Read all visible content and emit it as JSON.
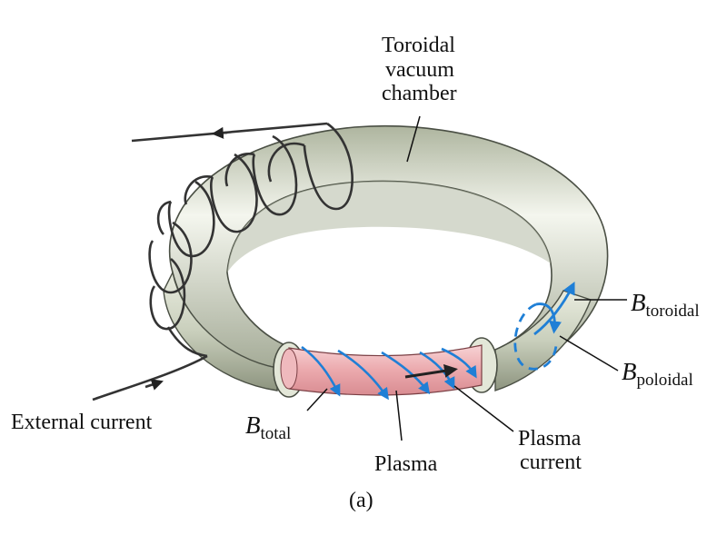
{
  "labels": {
    "chamber_line1": "Toroidal",
    "chamber_line2": "vacuum",
    "chamber_line3": "chamber",
    "b_toroidal_symbol": "B",
    "b_toroidal_sub": "toroidal",
    "b_poloidal_symbol": "B",
    "b_poloidal_sub": "poloidal",
    "external_current": "External current",
    "b_total_symbol": "B",
    "b_total_sub": "total",
    "plasma": "Plasma",
    "plasma_current_line1": "Plasma",
    "plasma_current_line2": "current",
    "caption": "(a)"
  },
  "colors": {
    "chamber": "#d6dccb",
    "chamber_edge": "#4a4f44",
    "plasma": "#eba9ad",
    "field_lines": "#1f7fd6",
    "wire": "#333333"
  }
}
